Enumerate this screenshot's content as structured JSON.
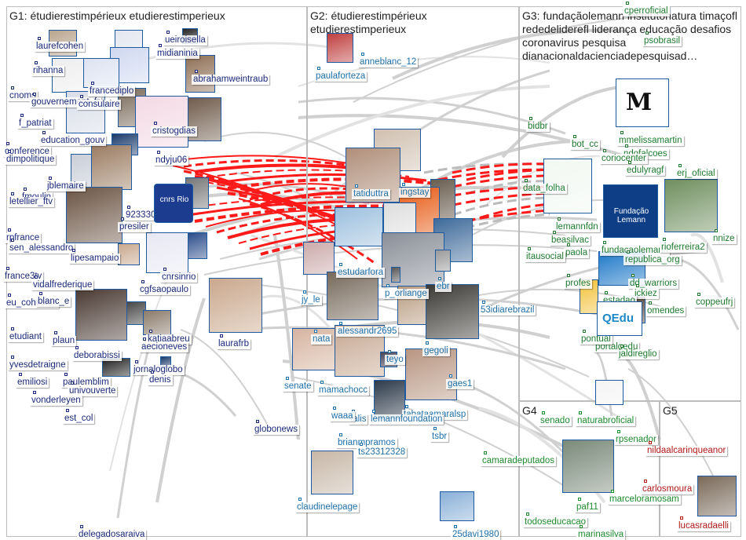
{
  "groups": {
    "g1": {
      "title": "G1: étudierestimpérieux etudierestimperieux"
    },
    "g2": {
      "title": "G2: étudierestimpérieux etudierestimperieux"
    },
    "g3": {
      "title": "G3: fundaçãolemann institutonatura timaçofl rededeliderefl liderança educação desafios coronavirus pesquisa dianacionaldacienciadepesquisad…"
    },
    "g4": {
      "title": "G4"
    },
    "g5": {
      "title": "G5"
    }
  },
  "colors": {
    "g1": "#1a2a7a",
    "g2": "#1e6fa8",
    "g3": "#1d7a2e",
    "g4": "#1d8a2e",
    "g5": "#b01818",
    "edge": "#d6d6d6",
    "edge_red": "#ff1a1a"
  },
  "nodes": {
    "g1": [
      "laurefcohen",
      "rihanna",
      "cnoms",
      "gouvernement_fr",
      "f_patriat",
      "education_gouv",
      "conference",
      "dimpolitique",
      "jblemaire",
      "fmoulin",
      "letellier_ftv",
      "rpfrance",
      "sen_alessandro",
      "france3tv",
      "vidalfrederique",
      "eu_cohesion",
      "blanc_e",
      "etudiant",
      "plaun",
      "yvesdetraigne",
      "emiliosi",
      "paulemblim",
      "univouverte",
      "vonderleyen",
      "est_col",
      "delegadosaraiva",
      "globonews",
      "jornaloglobo",
      "denis",
      "deborabissi",
      "katiaabreu",
      "aecioneves",
      "laurafrb",
      "cgfsaopaulo",
      "cnrsinrio",
      "lipesampaio",
      "consulaire",
      "francediplo",
      "midianinia",
      "ueiroisella",
      "abrahamweintraub",
      "cristogdias",
      "ndyju06",
      "923330",
      "presiler"
    ],
    "g2": [
      "anneblanc_12",
      "paulaforteza",
      "tatiduttra",
      "ingstay",
      "estudarfora",
      "jy_le",
      "p_orliange",
      "alessandr2695",
      "nata",
      "senate",
      "mamachocc",
      "talis",
      "waaa",
      "brianmpramos",
      "ts23312328",
      "tabataamaralsp",
      "gaes1",
      "gegoli",
      "53idiarebrazil",
      "teyo",
      "lemannfoundation",
      "tsbr",
      "claudinelepage",
      "25davi1980",
      "ebr"
    ],
    "g3": [
      "bidbr",
      "bot_cc",
      "mmelissamartin",
      "ndofalcoes",
      "cperroficial",
      "psobrasil",
      "coriocenter",
      "edulyragf",
      "erj_oficial",
      "data_folha",
      "lemannfdn",
      "beasilvac",
      "paola",
      "fundacaolemann",
      "republica_org",
      "rioferreira2",
      "nnize",
      "itausocial",
      "profes",
      "dd_warriors",
      "ickiez",
      "estadao",
      "omendes",
      "coppeufrj",
      "portalqedu",
      "jaldireglio",
      "pontual"
    ],
    "g4": [
      "senado",
      "naturabroficial",
      "rpsenador",
      "camaradeputados",
      "paf11",
      "marceloramosam",
      "todoseducacao",
      "marinasilva"
    ],
    "g5": [
      "nildaalcarinqueanor",
      "carlosmoura",
      "lucasradaelli"
    ]
  },
  "avatar_labels": {
    "fundacao_lemann": "Fundação Lemann",
    "cnrs": "cnrs Rio",
    "qedu": "QEdu"
  }
}
